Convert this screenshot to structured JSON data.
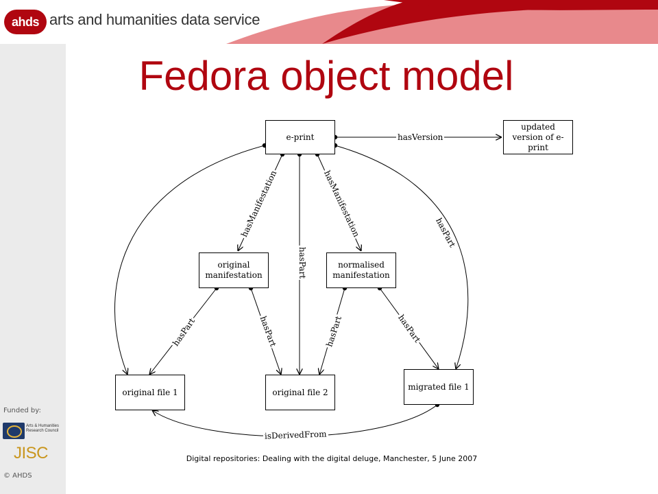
{
  "header": {
    "logo_abbrev": "ahds",
    "logo_text": "arts and humanities data service",
    "brand_color": "#b00610",
    "accent_color": "#e8898c"
  },
  "title": "Fedora object model",
  "sidebar": {
    "funded_label": "Funded by:",
    "ahrc_text": "Arts & Humanities Research Council",
    "jisc_text": "JISC",
    "copyright": "© AHDS"
  },
  "diagram": {
    "nodes": {
      "eprint": "e-print",
      "updated": "updated version of e-print",
      "original_manifestation": "original manifestation",
      "normalised_manifestation": "normalised manifestation",
      "original_file_1": "original file 1",
      "original_file_2": "original file 2",
      "migrated_file_1": "migrated file 1"
    },
    "edges": {
      "has_version": "hasVersion",
      "has_manifestation_left": "hasManifestation",
      "has_manifestation_right": "hasManifestation",
      "has_part_center": "hasPart",
      "has_part_outer_right": "hasPart",
      "has_part_om_f1": "hasPart",
      "has_part_om_f2": "hasPart",
      "has_part_nm_f2": "hasPart",
      "has_part_nm_m1": "hasPart",
      "is_derived_from": "isDerivedFrom"
    }
  },
  "footer": "Digital repositories: Dealing with the digital deluge, Manchester, 5 June 2007"
}
